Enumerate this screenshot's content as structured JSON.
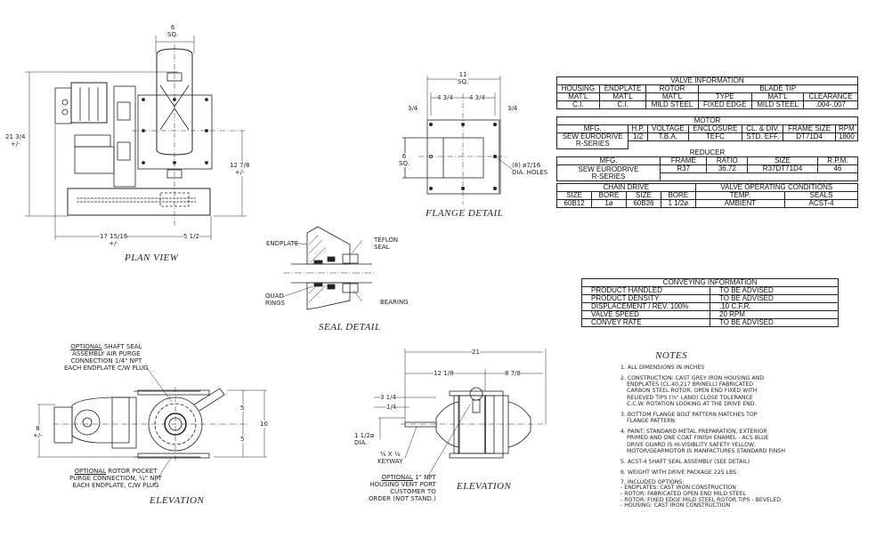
{
  "plan_view": {
    "title": "PLAN VIEW",
    "dim_top": "6",
    "dim_top_sub": "SQ.",
    "dim_height": "21 3/4",
    "dim_height_tol": "+/-",
    "dim_right": "12 7/8",
    "dim_right_tol": "+/-",
    "dim_width": "17 15/16",
    "dim_width_tol": "+/-",
    "dim_offset": "5 1/2"
  },
  "flange_detail": {
    "title": "FLANGE DETAIL",
    "dim_top": "11",
    "dim_top_sub": "SQ.",
    "dim_a": "4 3/4",
    "dim_b": "4 3/4",
    "dim_edge_left": "3/4",
    "dim_edge_right": "3/4",
    "dim_open": "6",
    "dim_open_sub": "SQ.",
    "holes_1": "(8) ø7/16",
    "holes_2": "DIA. HOLES"
  },
  "seal_detail": {
    "title": "SEAL DETAIL",
    "endplate": "ENDPLATE",
    "teflon_1": "TEFLON",
    "teflon_2": "SEAL",
    "quad_1": "QUAD",
    "quad_2": "RINGS",
    "bearing": "BEARING"
  },
  "elevation_left": {
    "title": "ELEVATION",
    "note_top": [
      "OPTIONAL",
      " SHAFT SEAL",
      "ASSEMBLY AIR PURGE",
      "CONNECTION 1/4\" NPT",
      "EACH ENDPLATE C/W PLUG"
    ],
    "note_bottom": [
      "OPTIONAL",
      " ROTOR POCKET",
      "PURGE CONNECTION, ¼\" NPT",
      "EACH ENDPLATE, C/W PLUG"
    ],
    "dim_height": "8",
    "dim_height_tol": "+/-",
    "dim_half_top": "5",
    "dim_half_bottom": "5",
    "dim_total": "10"
  },
  "elevation_right": {
    "title": "ELEVATION",
    "dim_total": "21",
    "dim_left": "12 1/8",
    "dim_right": "8 7/8",
    "dim_a": "3 1/4",
    "dim_b": "1/4",
    "dia_1": "1 1/2ø",
    "dia_2": "DIA.",
    "keyway_1": "⅜ X ⅛",
    "keyway_2": "KEYWAY",
    "vent": [
      "OPTIONAL",
      " 1\" NPT",
      "HOUSING VENT PORT",
      "CUSTOMER TO",
      "ORDER (NOT STAND.)"
    ]
  },
  "valve_info": {
    "title": "VALVE INFORMATION",
    "groups": [
      "HOUSING",
      "ENDPLATE",
      "ROTOR",
      "BLADE TIP"
    ],
    "headers": [
      "MAT'L",
      "MAT'L",
      "MAT'L",
      "TYPE",
      "MAT'L",
      "CLEARANCE"
    ],
    "values": [
      "C.I.",
      "C.I.",
      "MILD STEEL",
      "FIXED EDGE",
      "MILD STEEL",
      ".004-.007"
    ]
  },
  "motor": {
    "title": "MOTOR",
    "headers": [
      "MFG.",
      "H.P.",
      "VOLTAGE",
      "ENCLOSURE",
      "CL. & DIV.",
      "FRAME SIZE",
      "RPM"
    ],
    "values": [
      "SEW EURODRIVE",
      "1/2",
      "T.B.A.",
      "TEFC",
      "STD. EFF.",
      "DT71D4",
      "1800"
    ],
    "mfg_line2": "R-SERIES"
  },
  "reducer": {
    "title": "REDUCER",
    "headers": [
      "MFG.",
      "FRAME",
      "RATIO",
      "SIZE",
      "R.P.M."
    ],
    "values": [
      "SEW EURODRIVE",
      "R37",
      "36.72",
      "R37DT71D4",
      "46"
    ],
    "mfg_line2": "R-SERIES"
  },
  "chain_drive": {
    "title": "CHAIN DRIVE",
    "conditions_title": "VALVE OPERATING CONDITIONS",
    "headers": [
      "SIZE",
      "BORE",
      "SIZE",
      "BORE",
      "TEMP.",
      "SEALS"
    ],
    "values": [
      "60B12",
      "1ø",
      "60B26",
      "1 1/2ø",
      "AMBIENT",
      "ACST-4"
    ]
  },
  "conveying": {
    "title": "CONVEYING INFORMATION",
    "rows": [
      {
        "label": "PRODUCT HANDLED",
        "value": "TO BE ADVISED"
      },
      {
        "label": "PRODUCT DENSITY",
        "value": "TO BE ADVISED"
      },
      {
        "label": "DISPLACEMENT / REV. 100%",
        "value": ".10 C.F.R."
      },
      {
        "label": "VALVE SPEED",
        "value": "20 RPM"
      },
      {
        "label": "CONVEY RATE",
        "value": "TO BE ADVISED"
      }
    ]
  },
  "notes": {
    "title": "NOTES",
    "n1": "1. ALL DIMENSIONS IN INCHES",
    "n2": [
      "2. CONSTRUCTION: CAST GREY IRON HOUSING AND",
      "ENDPLATES (CL.40,217 BRINELL) FABRICATED",
      "CARBON STEEL ROTOR, OPEN END FIXED WITH",
      "RELIEVED TIPS (⅛\" LAND) CLOSE TOLERANCE",
      "C.C.W. ROTATION LOOKING AT THE DRIVE END."
    ],
    "n3": [
      "3. BOTTOM FLANGE BOLT PATTERN MATCHES TOP",
      "FLANGE PATTERN"
    ],
    "n4": [
      "4. PAINT: STANDARD METAL PREPARATION, EXTERIOR",
      "PRIMED AND ONE COAT FINISH ENAMEL - ACS BLUE",
      "DRIVE GUARD IS HI-VISIBLITY SAFETY YELLOW,",
      "MOTOR/GEARMOTOR IS MANFACTURES STANDARD FINSH"
    ],
    "n5": "5. ACST-4 SHAFT SEAL ASSEMBLY (SEE DETAIL)",
    "n6": "6. WEIGHT WITH DRIVE PACKAGE 225 LBS.",
    "n7": [
      "7. INCLUDED OPTIONS:",
      "- ENDPLATES: CAST IRON CONSTRUCTION",
      "- ROTOR: FABRICATED OPEN END MILD STEEL",
      "- ROTOR: FIXED EDGE MILD STEEL ROTOR TIPS - BEVELED",
      "- HOUSING: CAST IRON CONSTRUCTION"
    ]
  }
}
